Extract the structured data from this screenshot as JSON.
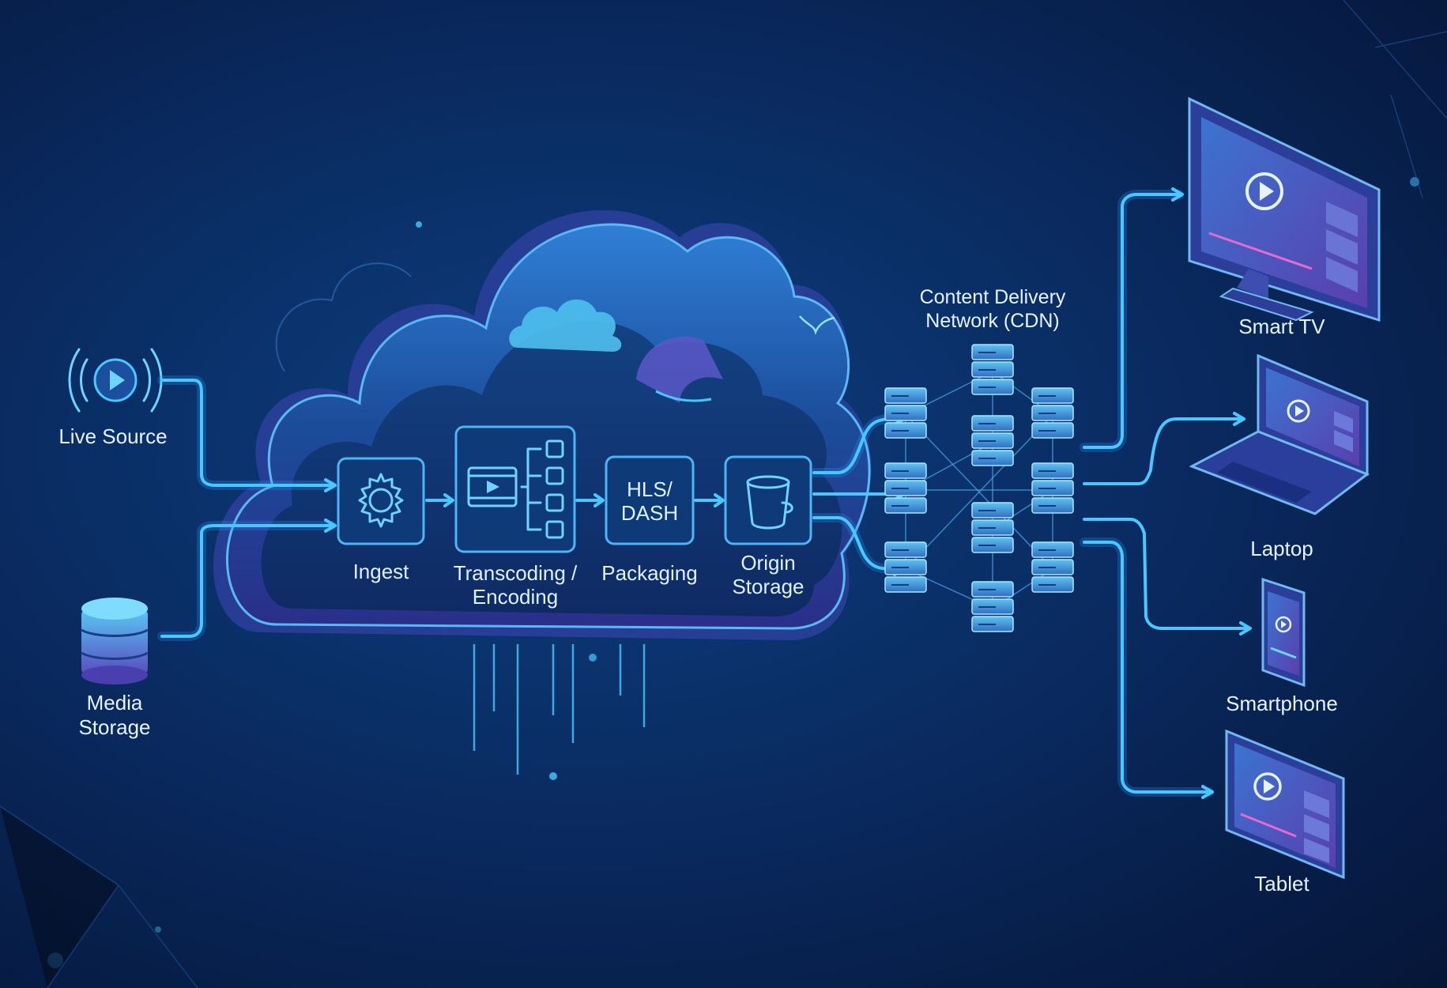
{
  "sources": {
    "live": {
      "label": "Live Source",
      "icon": "broadcast-icon"
    },
    "media": {
      "label_line1": "Media",
      "label_line2": "Storage",
      "icon": "database-icon"
    }
  },
  "pipeline": {
    "steps": [
      {
        "label_line1": "Ingest",
        "label_line2": "",
        "icon": "gear-icon"
      },
      {
        "label_line1": "Transcoding /",
        "label_line2": "Encoding",
        "icon": "film-branch-icon"
      },
      {
        "label_line1": "Packaging",
        "label_line2": "",
        "box_line1": "HLS/",
        "box_line2": "DASH"
      },
      {
        "label_line1": "Origin",
        "label_line2": "Storage",
        "icon": "bucket-icon"
      }
    ]
  },
  "cdn": {
    "label_line1": "Content Delivery",
    "label_line2": "Network (CDN)"
  },
  "devices": [
    {
      "label": "Smart TV",
      "icon": "tv-icon"
    },
    {
      "label": "Laptop",
      "icon": "laptop-icon"
    },
    {
      "label": "Smartphone",
      "icon": "smartphone-icon"
    },
    {
      "label": "Tablet",
      "icon": "tablet-icon"
    }
  ],
  "colors": {
    "background": "#0a2c63",
    "accent": "#49c8ff",
    "cloud": "#1c4f9e"
  }
}
